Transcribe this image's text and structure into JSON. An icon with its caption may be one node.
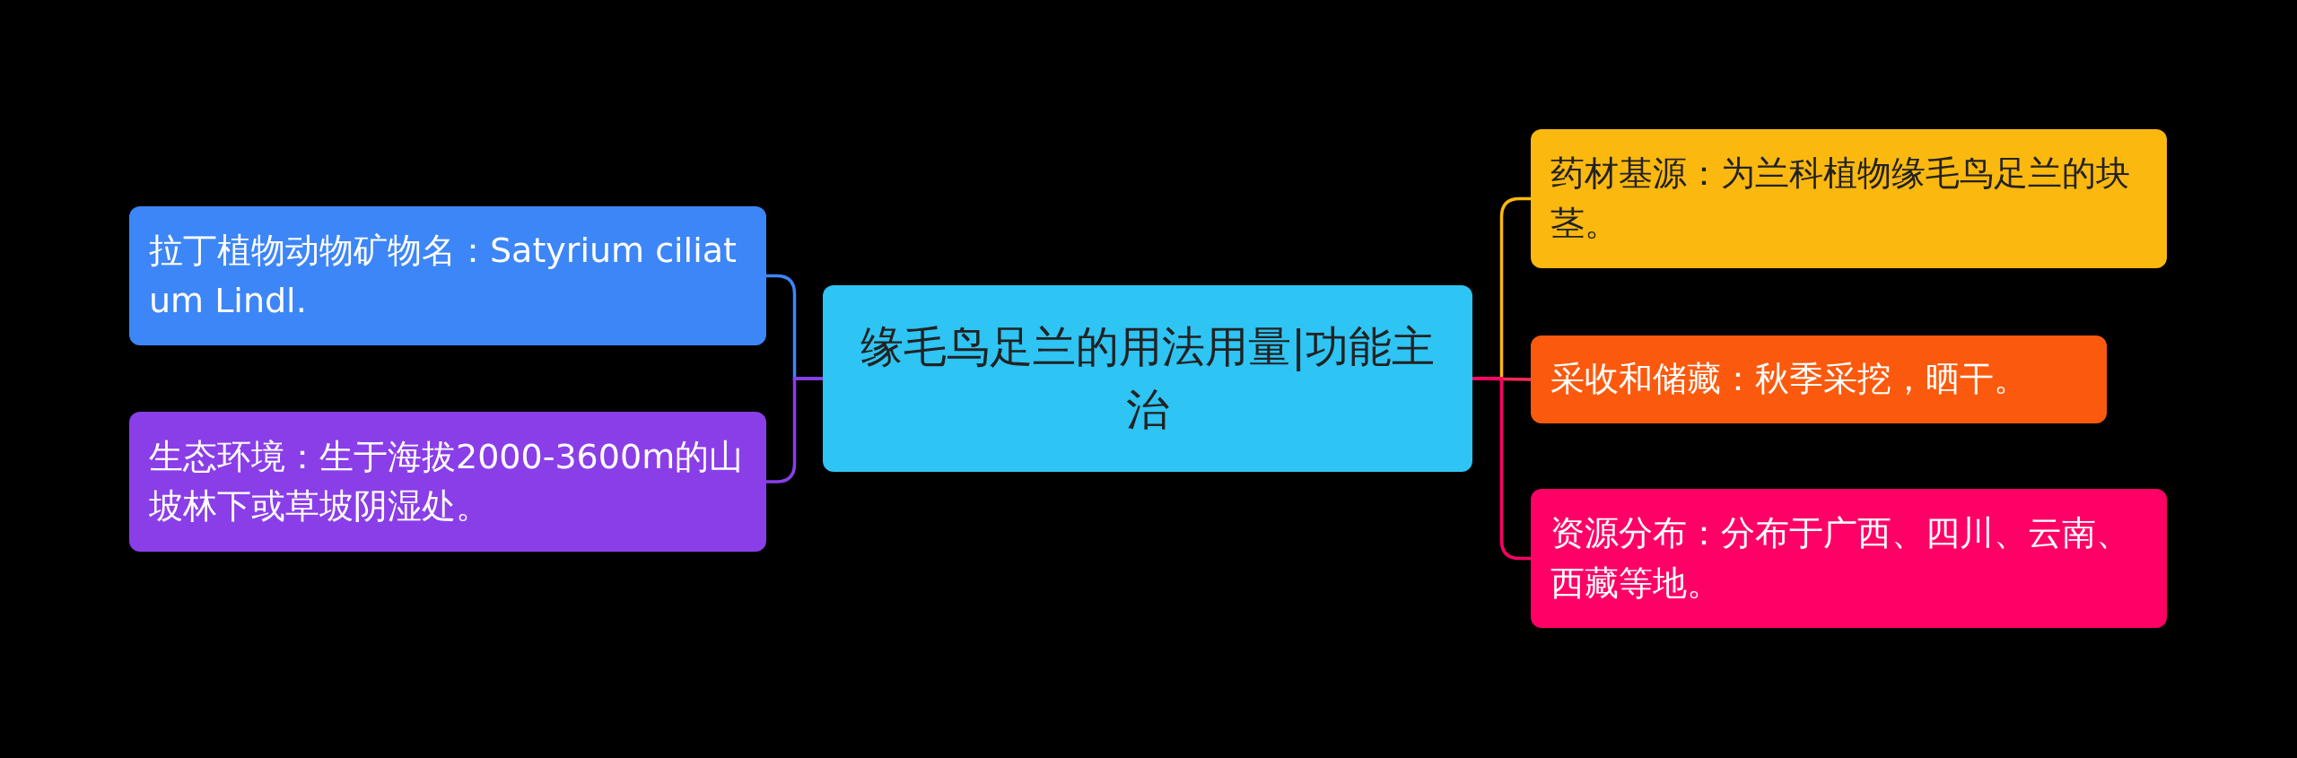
{
  "diagram": {
    "nodes": [
      {
        "text": [
          "缘毛鸟足兰的用法用量|功能主治"
        ]
      },
      {
        "text": [
          "拉丁植物动物矿物名：Satyrium ciliatum Lindl."
        ]
      },
      {
        "text": [
          "生态环境：生于海拔2000-3600m的山坡林下或草坡阴湿处。"
        ]
      },
      {
        "text": [
          "药材基源：为兰科植物缘毛鸟足兰的块茎。"
        ]
      },
      {
        "text": [
          "采收和储藏：秋季采挖，晒干。"
        ]
      },
      {
        "text": [
          "资源分布：分布于广西、四川、云南、西藏等地。"
        ]
      }
    ],
    "edges": [
      {
        "from": 0,
        "to": 1,
        "arrow": "none",
        "color": "#3d86f7"
      },
      {
        "from": 0,
        "to": 2,
        "arrow": "none",
        "color": "#8a3ee8"
      },
      {
        "from": 0,
        "to": 3,
        "arrow": "none",
        "color": "#fbb80f"
      },
      {
        "from": 0,
        "to": 4,
        "arrow": "none",
        "color": "#ff2a55"
      },
      {
        "from": 0,
        "to": 5,
        "arrow": "none",
        "color": "#ff0066"
      }
    ]
  }
}
